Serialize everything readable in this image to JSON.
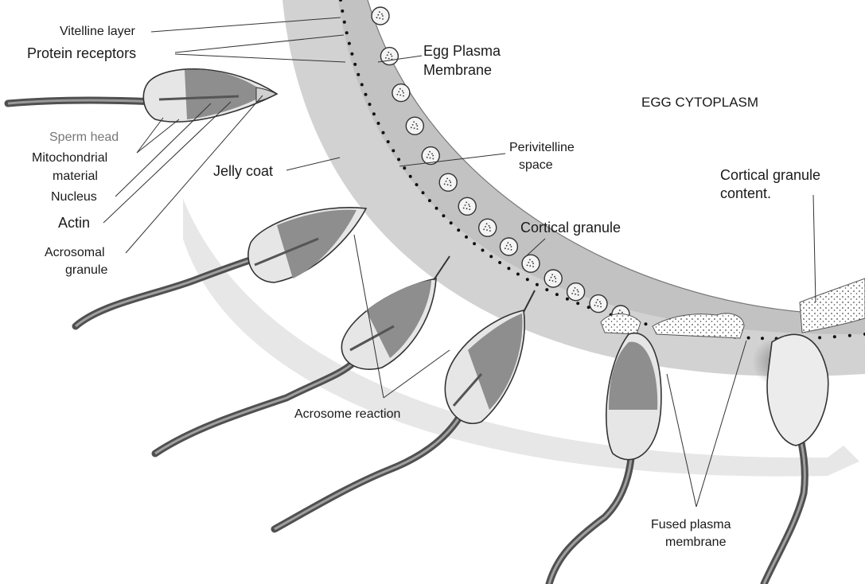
{
  "diagram": {
    "labels": {
      "vitelline_layer": "Vitelline layer",
      "protein_receptors": "Protein receptors",
      "egg_plasma_membrane_line1": "Egg Plasma",
      "egg_plasma_membrane_line2": "Membrane",
      "egg_cytoplasm": "EGG CYTOPLASM",
      "sperm_head": "Sperm head",
      "mitochondrial_line1": "Mitochondrial",
      "mitochondrial_line2": "material",
      "nucleus": "Nucleus",
      "actin": "Actin",
      "acrosomal_line1": "Acrosomal",
      "acrosomal_line2": "granule",
      "jelly_coat": "Jelly coat",
      "perivitelline_line1": "Perivitelline",
      "perivitelline_line2": "space",
      "cortical_granule": "Cortical granule",
      "cortical_content_line1": "Cortical granule",
      "cortical_content_line2": "content.",
      "acrosome_reaction": "Acrosome reaction",
      "fused_line1": "Fused plasma",
      "fused_line2": "membrane"
    },
    "colors": {
      "jelly_coat": "#d2d2d2",
      "perivitelline_band": "#c4c4c4",
      "sperm_head_fill": "#e6e6e6",
      "acrosome_fill": "#8e8e8e",
      "tail": "#505050",
      "line": "#333333",
      "background": "#ffffff"
    }
  }
}
